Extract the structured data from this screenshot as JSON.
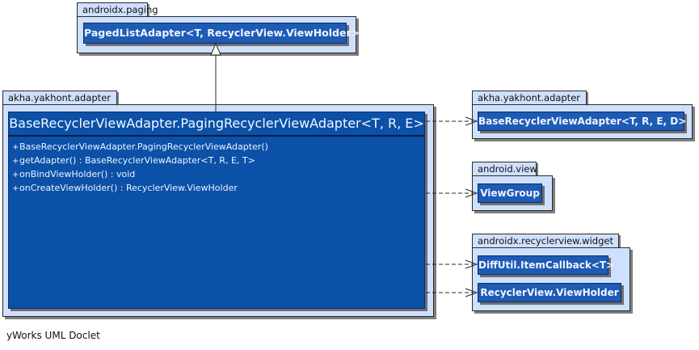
{
  "packages": {
    "paging": {
      "name": "androidx.paging",
      "classes": [
        "PagedListAdapter<T, RecyclerView.ViewHolder>"
      ]
    },
    "adapter_main": {
      "name": "akha.yakhont.adapter",
      "class_name": "BaseRecyclerViewAdapter.PagingRecyclerViewAdapter<T, R, E>",
      "members": [
        {
          "vis": "+",
          "text": "BaseRecyclerViewAdapter.PagingRecyclerViewAdapter()"
        },
        {
          "vis": "+",
          "text": "getAdapter() : BaseRecyclerViewAdapter<T, R, E, T>"
        },
        {
          "vis": "+",
          "text": "onBindViewHolder() : void"
        },
        {
          "vis": "+",
          "text": "onCreateViewHolder() : RecyclerView.ViewHolder"
        }
      ]
    },
    "adapter_right": {
      "name": "akha.yakhont.adapter",
      "classes": [
        "BaseRecyclerViewAdapter<T, R, E, D>"
      ]
    },
    "view": {
      "name": "android.view",
      "classes": [
        "ViewGroup"
      ]
    },
    "widget": {
      "name": "androidx.recyclerview.widget",
      "classes": [
        "DiffUtil.ItemCallback<T>",
        "RecyclerView.ViewHolder"
      ]
    }
  },
  "footer": "yWorks UML Doclet",
  "colors": {
    "package_fill": "#cfe0ff",
    "class_fill": "#1e5bb5",
    "main_class_fill": "#0b51a8",
    "shadow": "#7f7f7f"
  }
}
